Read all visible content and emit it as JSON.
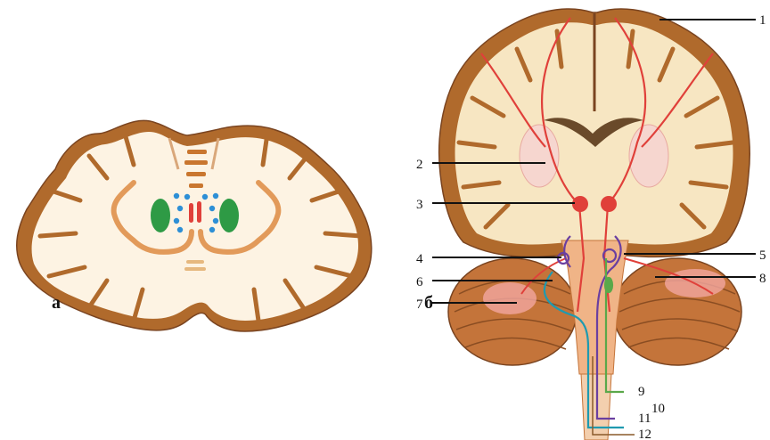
{
  "panels": {
    "a": "а",
    "b": "б"
  },
  "callouts": [
    "1",
    "2",
    "3",
    "4",
    "5",
    "6",
    "7",
    "8",
    "9",
    "10",
    "11",
    "12"
  ],
  "colors": {
    "cortex": "#b06a2c",
    "white_matter": "#fdf3e3",
    "tract_red": "#e0403a",
    "nucleus_green": "#2e9a45",
    "nucleus_blue": "#2d8fd6",
    "tract_purple": "#6a3fa0",
    "tract_teal": "#1f9ab0",
    "tract_green": "#5aa84a",
    "cerebellum": "#c4743a"
  },
  "icons": [
    "brain-coronal-section-icon",
    "brain-pathways-icon"
  ]
}
